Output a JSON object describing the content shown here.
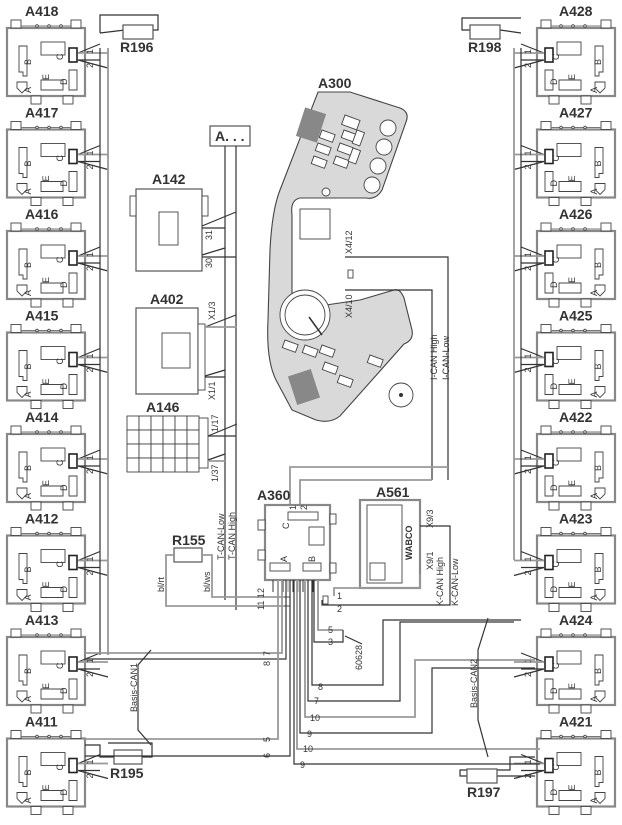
{
  "title": "CAN bus wiring diagram",
  "left_modules": [
    "A418",
    "A417",
    "A416",
    "A415",
    "A414",
    "A412",
    "A413",
    "A411"
  ],
  "right_modules": [
    "A428",
    "A427",
    "A426",
    "A425",
    "A422",
    "A423",
    "A424",
    "A421"
  ],
  "module_ports": {
    "a": "A",
    "b": "B",
    "c": "C",
    "d": "D",
    "e": "E",
    "pin1": "1",
    "pin2": "2"
  },
  "resistors": {
    "r196": "R196",
    "r198": "R198",
    "r195": "R195",
    "r197": "R197",
    "r155": "R155"
  },
  "components": {
    "a300": "A300",
    "a142": "A142",
    "a402": "A402",
    "a146": "A146",
    "a360": "A360",
    "a561": "A561",
    "placeholder": "A. . .",
    "wabco": "WABCO"
  },
  "connector_labels": {
    "a142_31": "31",
    "a142_30": "30",
    "a402_x13": "X1/3",
    "a402_x11": "X1/1",
    "a146_117": "1/17",
    "a146_137": "1/37",
    "a300_x412": "X4/12",
    "a300_x410": "X4/10",
    "a561_x93": "X9/3",
    "a561_x91": "X9/1",
    "a360_pin1": "1",
    "a360_pin2": "2",
    "a360_a": "A",
    "a360_b": "B",
    "a360_c": "C",
    "r155_left": "bl/rt",
    "r155_right": "bl/ws",
    "ref_60628": "60628"
  },
  "bus_labels": {
    "i_can_high": "I-CAN High",
    "i_can_low": "I-CAN-Low",
    "t_can_low": "T-CAN-Low",
    "t_can_high": "T-CAN High",
    "k_can_high": "K-CAN High",
    "k_can_low": "K-CAN-Low",
    "basis_can1": "Basis-CAN1",
    "basis_can2": "Basis-CAN2"
  },
  "wire_numbers": {
    "w11": "11",
    "w12": "12",
    "w1": "1",
    "w2": "2",
    "w5a": "5",
    "w3": "3",
    "w7_8_a": "7",
    "w7_8_b": "8",
    "w8": "8",
    "w7": "7",
    "w10a": "10",
    "w9a": "9",
    "w10b": "10",
    "w9b": "9",
    "w5b": "5",
    "w6": "6"
  }
}
